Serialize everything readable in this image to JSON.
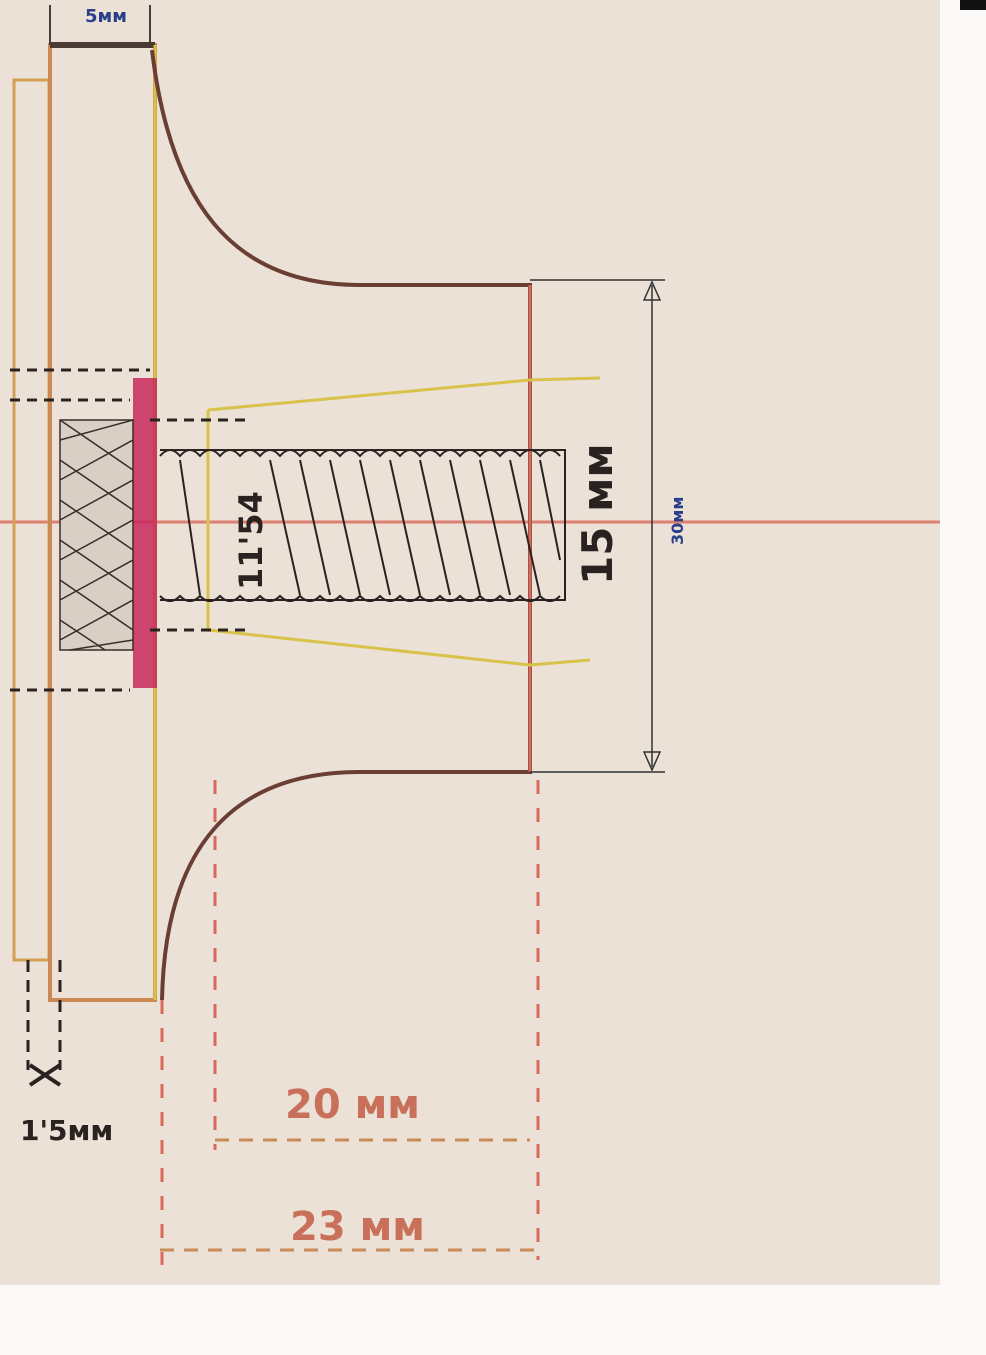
{
  "drawing": {
    "labels": {
      "top_width": "5мм",
      "bolt_diameter": "15 мм",
      "outer_diameter": "30мм",
      "thread_diameter": "11'54",
      "inner_length": "20 мм",
      "total_length": "23 мм",
      "flange_gap": "1'5мм"
    },
    "colors": {
      "paper": "#ebe1d6",
      "ink": "#4a3a33",
      "red_line": "#d9695a",
      "yellow_line": "#d8c24a",
      "orange_line": "#c98a55",
      "magenta_plate": "#c8285a",
      "blue_ink": "#2a3f8a"
    }
  }
}
